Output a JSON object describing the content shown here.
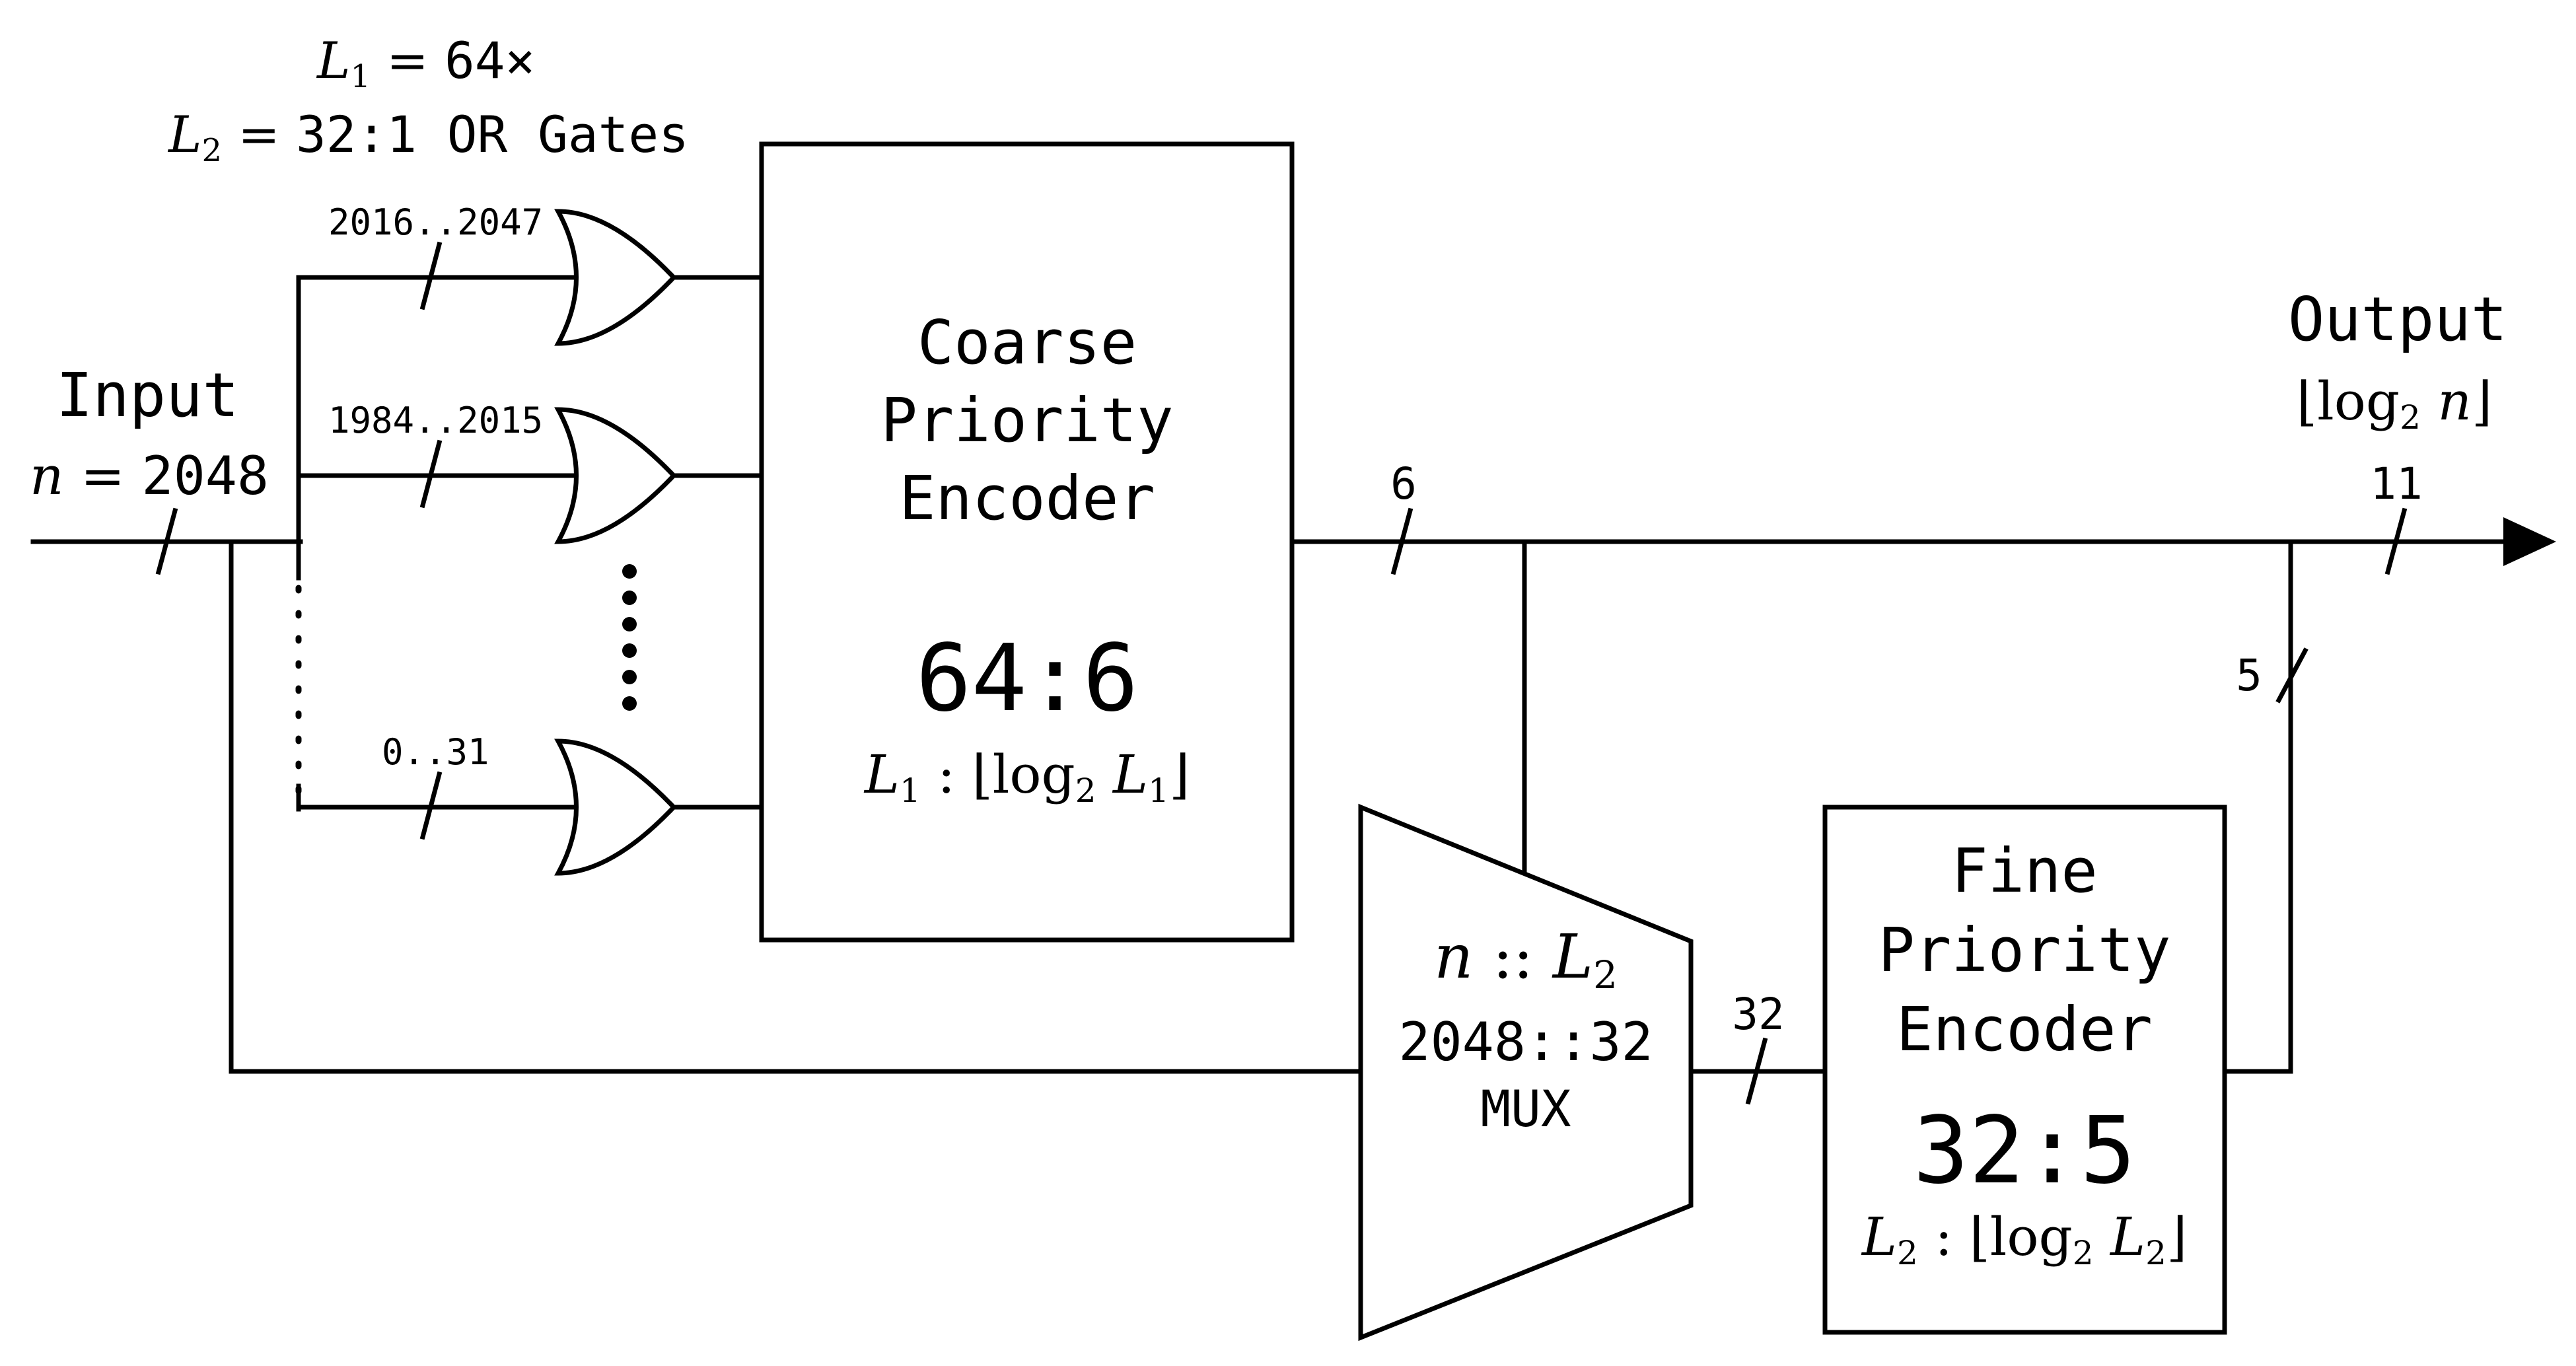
{
  "gates_header": {
    "line1_var": "L",
    "line1_sub": "1",
    "line1_eq": " = ",
    "line1_value": "64×",
    "line2_var": "L",
    "line2_sub": "2",
    "line2_eq": " = ",
    "line2_value": "32:1 OR Gates"
  },
  "input": {
    "title": "Input",
    "var": "n",
    "eq": " = ",
    "value": "2048"
  },
  "or_gates": [
    {
      "label": "2016..2047"
    },
    {
      "label": "1984..2015"
    },
    {
      "label": "0..31"
    }
  ],
  "coarse_encoder": {
    "line1": "Coarse",
    "line2": "Priority",
    "line3": "Encoder",
    "ratio": "64:6",
    "formula_var": "L",
    "formula_sub": "1",
    "formula_mid": " : ⌊log",
    "formula_log_sub": "2",
    "formula_arg": " L",
    "formula_arg_sub": "1",
    "formula_end": "⌋"
  },
  "mux": {
    "line1_var_a": "n",
    "line1_op": " :: ",
    "line1_var_b": "L",
    "line1_sub": "2",
    "line2": "2048::32",
    "line3": "MUX"
  },
  "fine_encoder": {
    "line1": "Fine",
    "line2": "Priority",
    "line3": "Encoder",
    "ratio": "32:5",
    "formula_var": "L",
    "formula_sub": "2",
    "formula_mid": " : ⌊log",
    "formula_log_sub": "2",
    "formula_arg": " L",
    "formula_arg_sub": "2",
    "formula_end": "⌋"
  },
  "output": {
    "title": "Output",
    "formula_open": "⌊log",
    "formula_log_sub": "2",
    "formula_var": " n",
    "formula_close": "⌋"
  },
  "bus_widths": {
    "coarse_out": "6",
    "output": "11",
    "fine_out": "5",
    "mux_out": "32"
  }
}
